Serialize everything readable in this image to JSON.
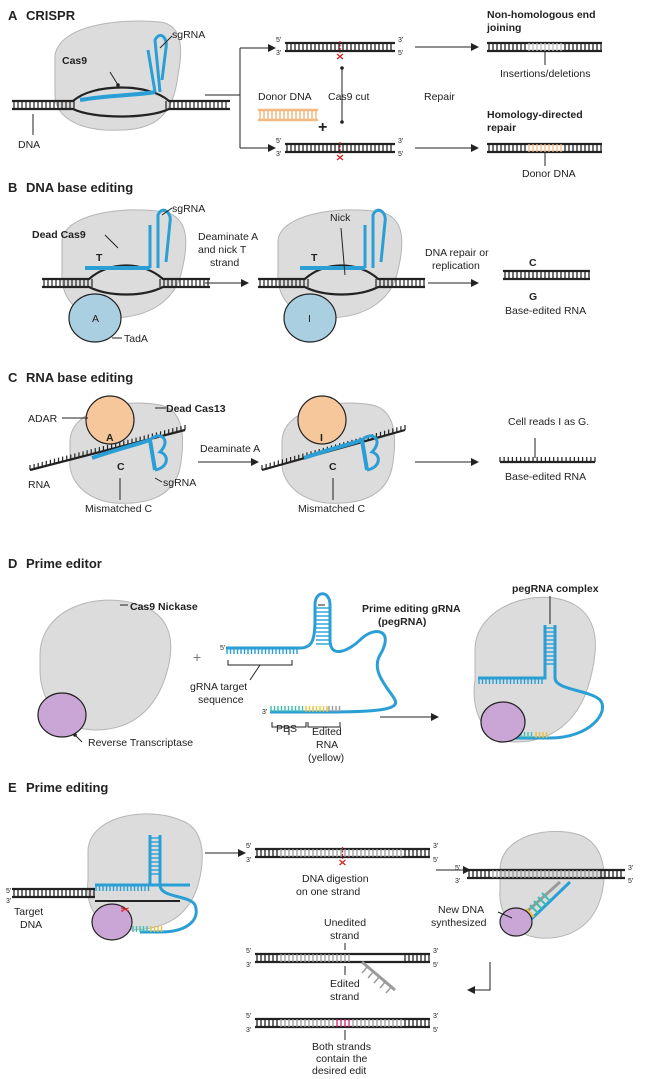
{
  "sections": {
    "a": {
      "letter": "A",
      "title": "CRISPR"
    },
    "b": {
      "letter": "B",
      "title": "DNA base editing"
    },
    "c": {
      "letter": "C",
      "title": "RNA base editing"
    },
    "d": {
      "letter": "D",
      "title": "Prime editor"
    },
    "e": {
      "letter": "E",
      "title": "Prime editing"
    }
  },
  "a": {
    "cas9": "Cas9",
    "sgrna": "sgRNA",
    "dna": "DNA",
    "donor_dna": "Donor DNA",
    "plus": "+",
    "cas9_cut": "Cas9 cut",
    "repair": "Repair",
    "nhej_1": "Non-homologous end",
    "nhej_2": "joining",
    "indels": "Insertions/deletions",
    "hdr_1": "Homology-directed",
    "hdr_2": "repair",
    "donor_dna_result": "Donor DNA",
    "end5": "5'",
    "end3": "3'"
  },
  "b": {
    "dead_cas9": "Dead Cas9",
    "sgrna": "sgRNA",
    "t": "T",
    "a": "A",
    "tada": "TadA",
    "step1_1": "Deaminate A",
    "step1_2": "and nick T",
    "step1_3": "strand",
    "nick": "Nick",
    "i": "I",
    "step2_1": "DNA repair or",
    "step2_2": "replication",
    "c": "C",
    "g": "G",
    "result": "Base-edited RNA"
  },
  "c": {
    "adar": "ADAR",
    "dead_cas13": "Dead Cas13",
    "a": "A",
    "c": "C",
    "rna": "RNA",
    "sgrna": "sgRNA",
    "mismatched_c": "Mismatched C",
    "step1": "Deaminate A",
    "i": "I",
    "mismatched_c_2": "Mismatched C",
    "cell_reads": "Cell reads I as G.",
    "result": "Base-edited RNA"
  },
  "d": {
    "cas9_nickase": "Cas9 Nickase",
    "rt": "Reverse Transcriptase",
    "plus": "+",
    "pegrna_1": "Prime editing gRNA",
    "pegrna_2": "(pegRNA)",
    "target_1": "gRNA target",
    "target_2": "sequence",
    "pbs": "PBS",
    "edited_1": "Edited",
    "edited_2": "RNA",
    "edited_3": "(yellow)",
    "complex": "pegRNA complex",
    "end5": "5'",
    "end3": "3'"
  },
  "e": {
    "target_1": "Target",
    "target_2": "DNA",
    "digestion_1": "DNA digestion",
    "digestion_2": "on one strand",
    "new_dna_1": "New DNA",
    "new_dna_2": "synthesized",
    "unedited_1": "Unedited",
    "unedited_2": "strand",
    "edited_1": "Edited",
    "edited_2": "strand",
    "both_1": "Both strands",
    "both_2": "contain the",
    "both_3": "desired edit",
    "end5": "5'",
    "end3": "3'"
  },
  "colors": {
    "rna": "#2a9fd6",
    "blob": "#dcdcdc",
    "blob_stroke": "#b5b5b5",
    "adar": "#f6c79b",
    "tada": "#a9cfe0",
    "rt": "#c9a6d6",
    "donor": "#f4b982",
    "edit": "#e8c23a",
    "pbs": "#3bbfb0",
    "magenta": "#d6246e",
    "cut": "#d22222",
    "grey_dna": "#9a9a9a"
  }
}
